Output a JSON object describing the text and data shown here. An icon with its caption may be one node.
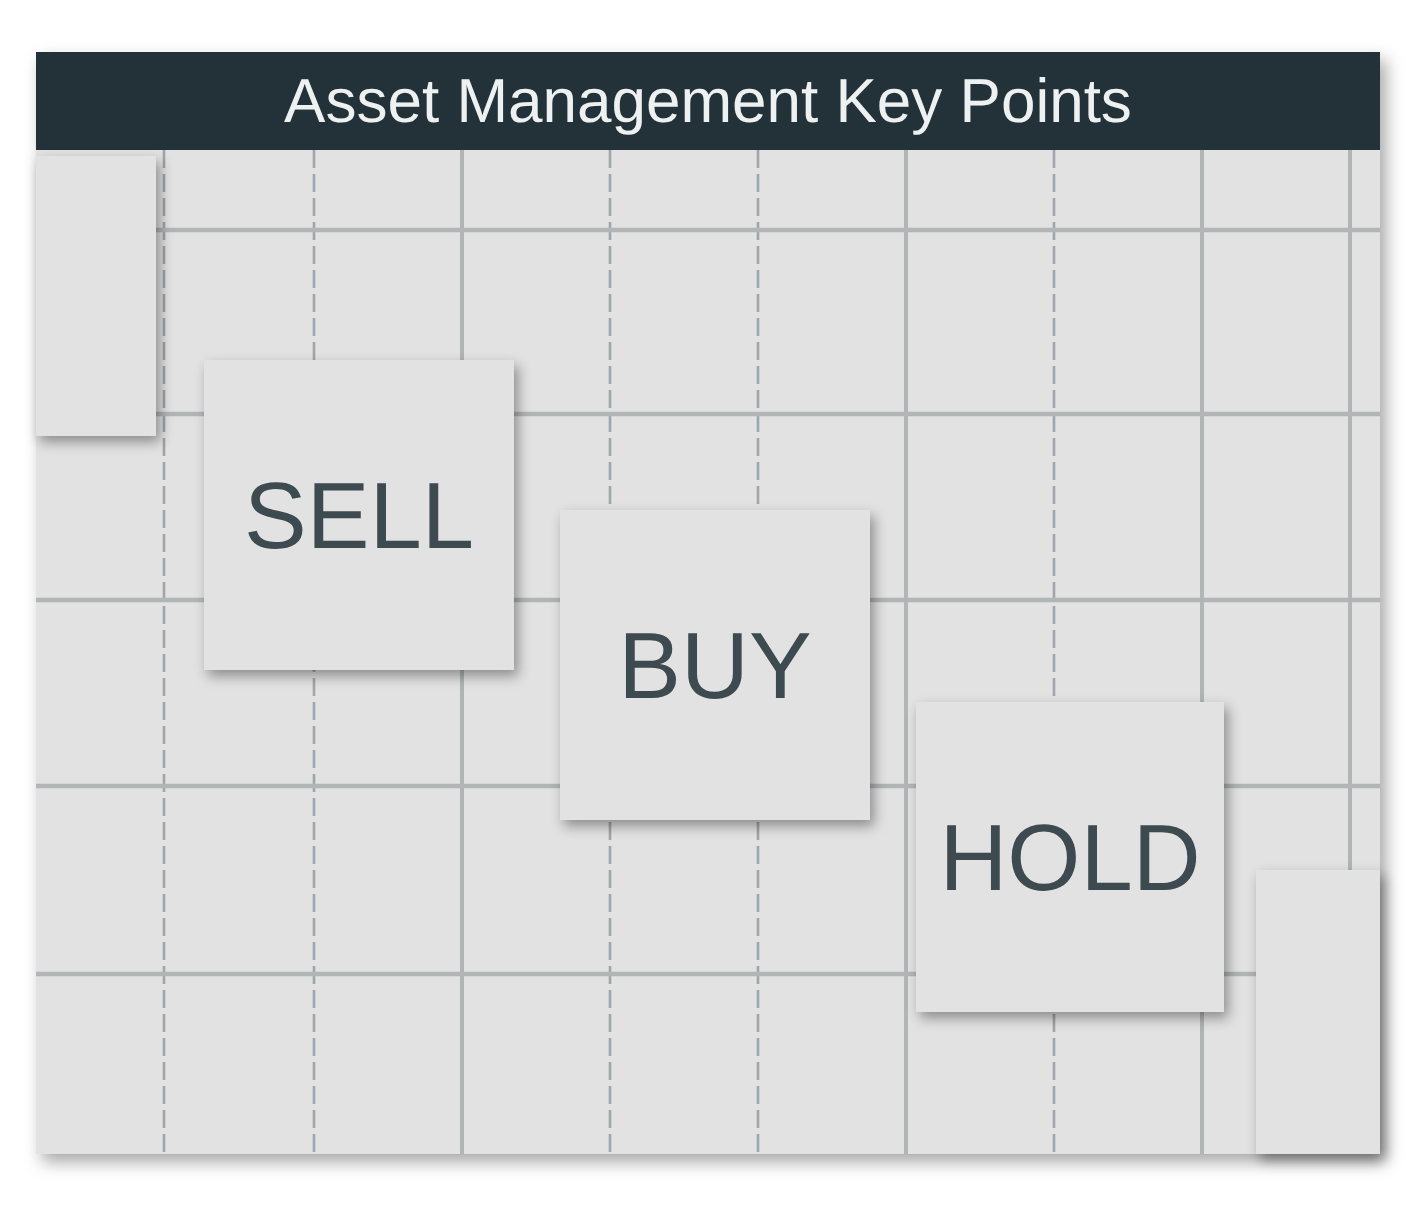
{
  "diagram": {
    "title": "Asset Management Key Points",
    "nodes": [
      {
        "text": [],
        "shape": "box"
      },
      {
        "text": [
          "SELL"
        ]
      },
      {
        "text": [
          "BUY"
        ]
      },
      {
        "text": [
          "HOLD"
        ]
      },
      {
        "text": [],
        "shape": "box"
      }
    ]
  }
}
